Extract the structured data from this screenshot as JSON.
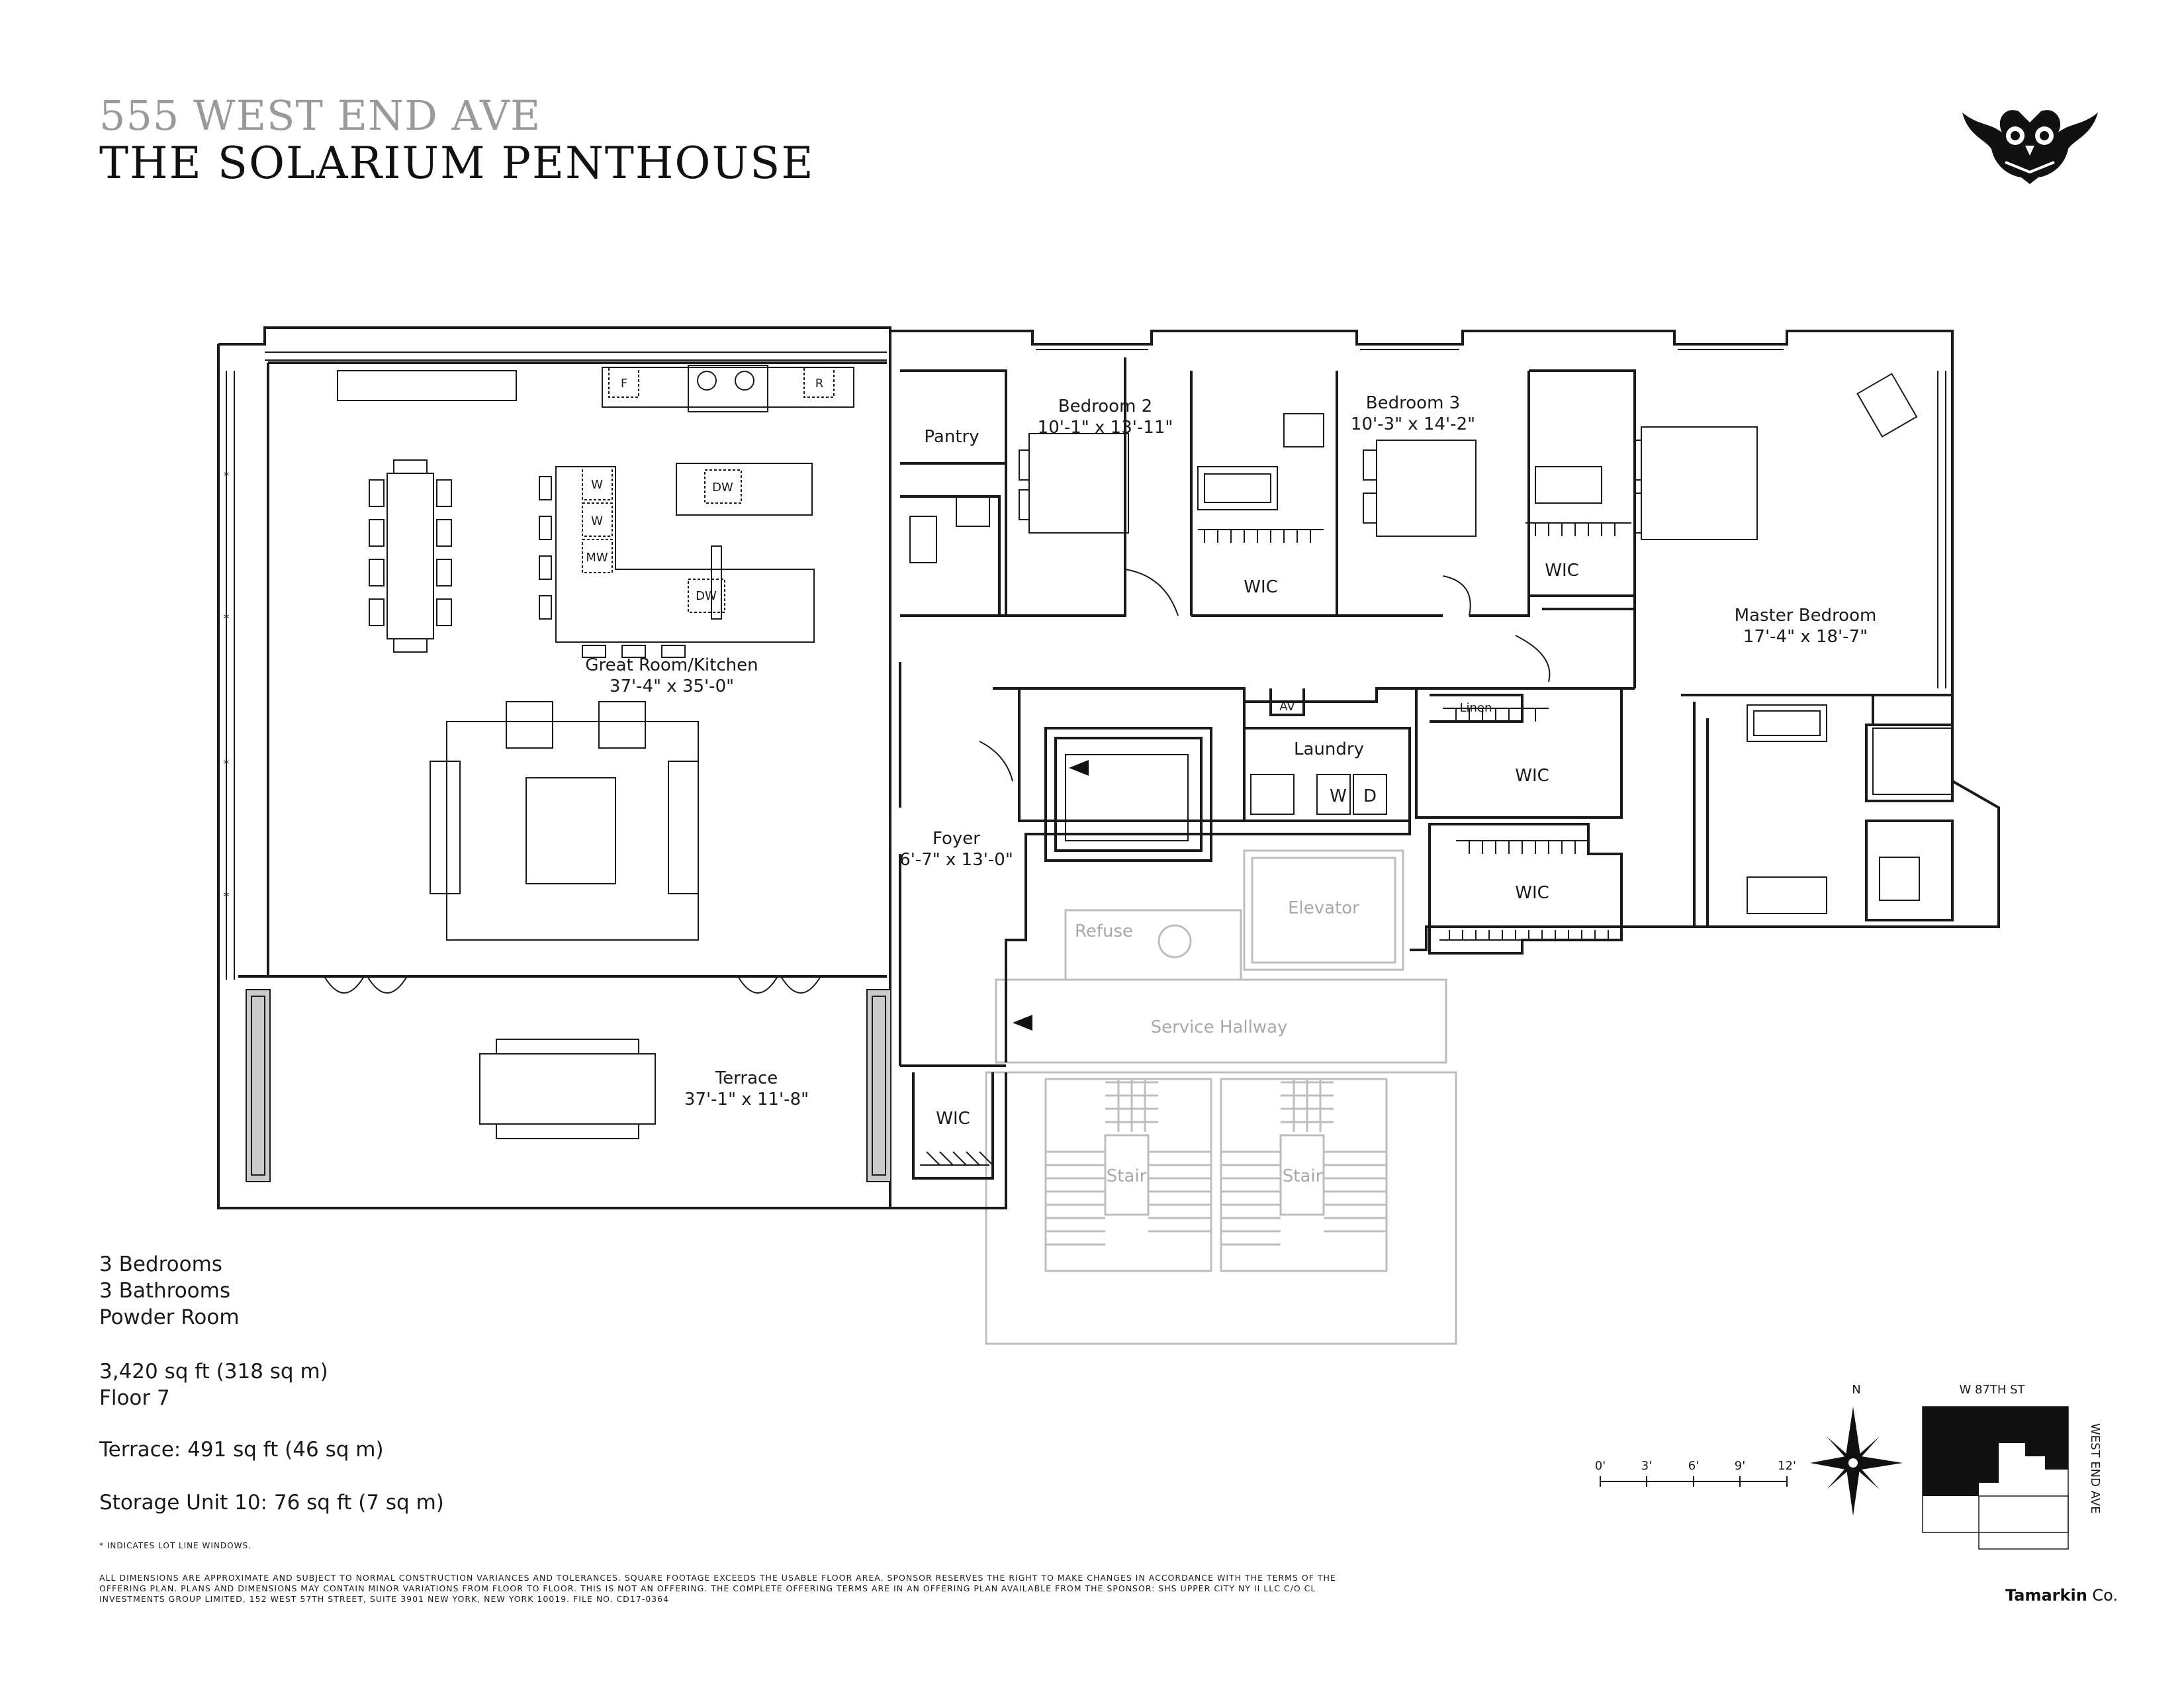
{
  "header": {
    "address": "555 WEST END AVE",
    "title": "THE SOLARIUM PENTHOUSE"
  },
  "rooms": {
    "great_room": {
      "name": "Great Room/Kitchen",
      "dims": "37'-4\" x 35'-0\""
    },
    "terrace": {
      "name": "Terrace",
      "dims": "37'-1\" x 11'-8\""
    },
    "pantry": "Pantry",
    "bedroom2": {
      "name": "Bedroom 2",
      "dims": "10'-1\" x 13'-11\""
    },
    "bedroom3": {
      "name": "Bedroom 3",
      "dims": "10'-3\" x 14'-2\""
    },
    "master": {
      "name": "Master Bedroom",
      "dims": "17'-4\" x 18'-7\""
    },
    "foyer": {
      "name": "Foyer",
      "dims": "6'-7\" x 13'-0\""
    },
    "laundry": "Laundry",
    "wic": "WIC",
    "av": "AV",
    "linen": "Linen",
    "refuse": "Refuse",
    "elevator": "Elevator",
    "service_hallway": "Service Hallway",
    "stair": "Stair",
    "appliances": {
      "fridge": "F",
      "range": "R",
      "washer_small": "W",
      "microwave": "MW",
      "dishwasher": "DW",
      "washer": "W",
      "dryer": "D"
    },
    "lot_line_mark": "*"
  },
  "facts": {
    "bedrooms": "3 Bedrooms",
    "bathrooms": "3 Bathrooms",
    "powder": "Powder Room",
    "area": "3,420 sq ft (318 sq m)",
    "floor": "Floor 7",
    "terrace": "Terrace: 491 sq ft (46 sq m)",
    "storage": "Storage Unit 10: 76 sq ft (7 sq m)"
  },
  "note": "* INDICATES LOT LINE WINDOWS.",
  "legal": "ALL DIMENSIONS ARE APPROXIMATE AND SUBJECT TO NORMAL CONSTRUCTION VARIANCES AND TOLERANCES. SQUARE FOOTAGE EXCEEDS THE USABLE FLOOR AREA. SPONSOR RESERVES THE RIGHT TO MAKE CHANGES IN ACCORDANCE WITH THE TERMS OF THE OFFERING PLAN. PLANS AND DIMENSIONS MAY CONTAIN MINOR VARIATIONS FROM FLOOR TO FLOOR. THIS IS NOT AN OFFERING. THE COMPLETE OFFERING TERMS ARE IN AN OFFERING PLAN AVAILABLE FROM THE SPONSOR: SHS UPPER CITY NY II LLC C/O CL INVESTMENTS GROUP LIMITED, 152 WEST 57TH STREET, SUITE 3901 NEW YORK, NEW YORK 10019. FILE NO. CD17-0364",
  "brand": {
    "bold": "Tamarkin",
    "rest": " Co."
  },
  "scale": {
    "ticks": [
      "0'",
      "3'",
      "6'",
      "9'",
      "12'"
    ]
  },
  "compass": {
    "north": "N"
  },
  "keyplan": {
    "street_top": "W 87TH ST",
    "street_side": "WEST END AVE"
  }
}
